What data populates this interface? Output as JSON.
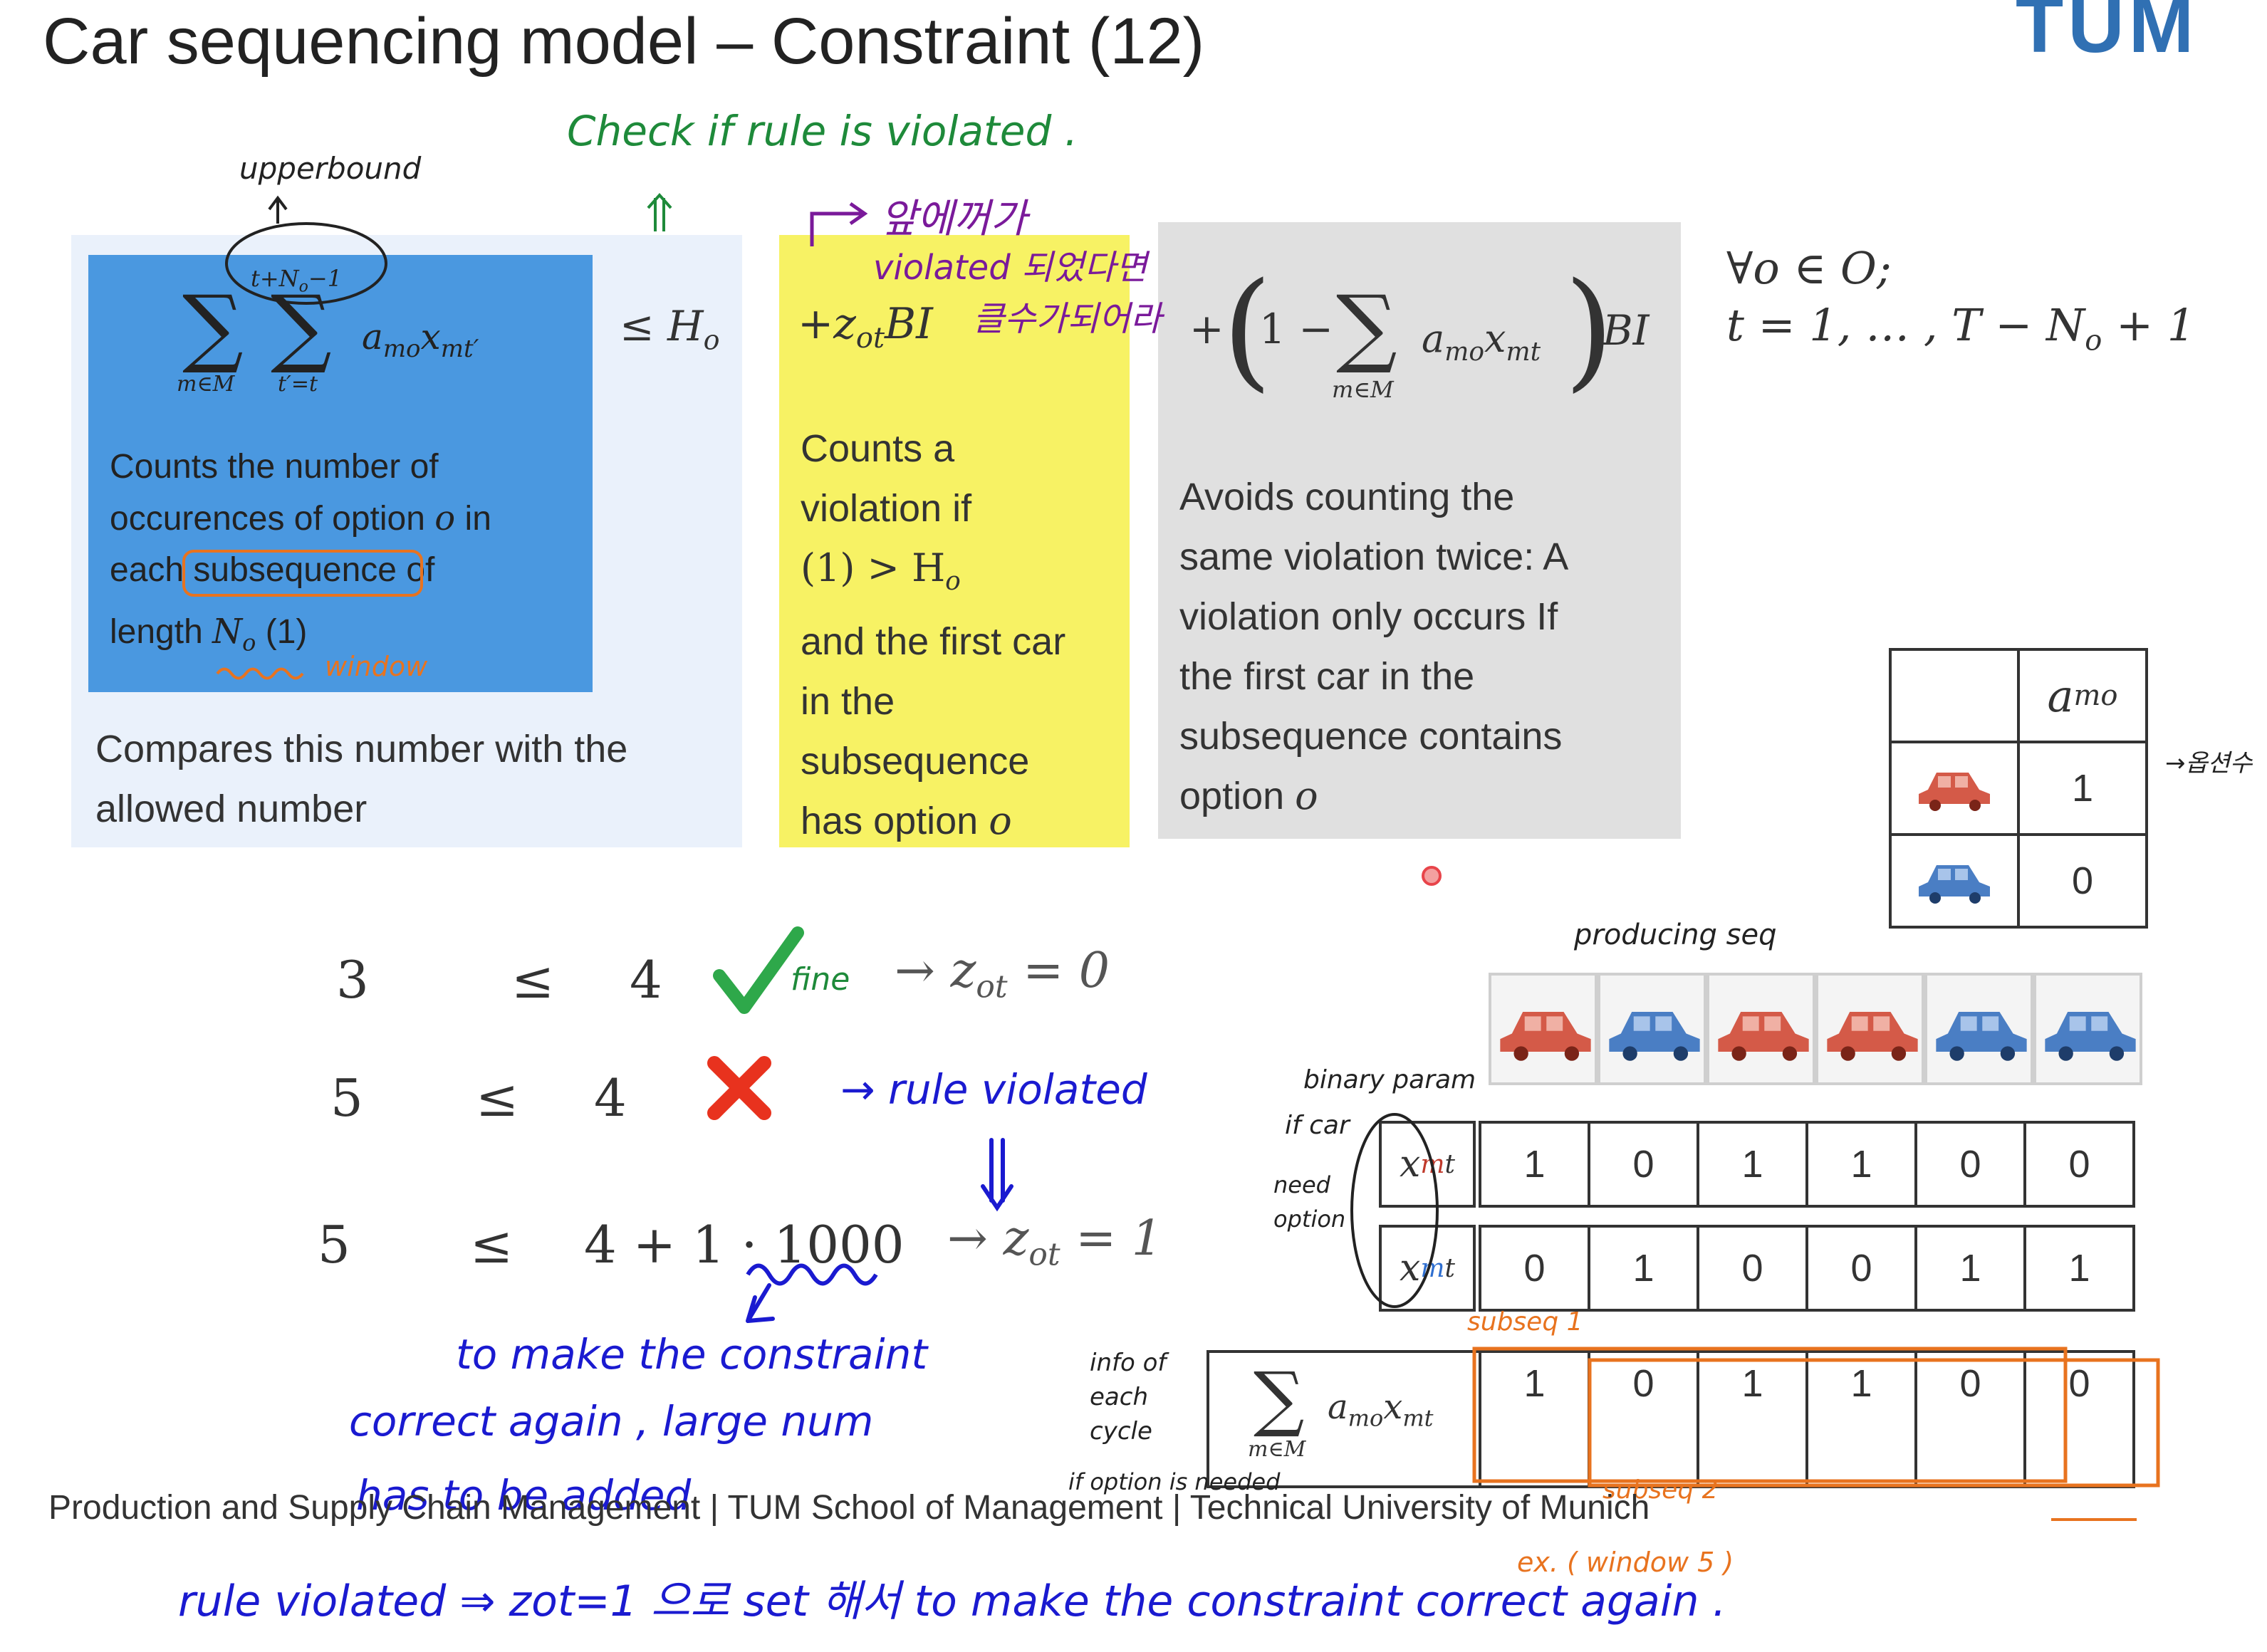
{
  "slide": {
    "title": "Car sequencing model – Constraint (12)",
    "logo": "TUM",
    "footer": "Production and Supply Chain Management | TUM School of Management | Technical University of Munich"
  },
  "panels": {
    "sum_upper": "t+N",
    "sum_upper_sub": "o",
    "sum_upper_tail": "−1",
    "sum_outer_lower": "m∈M",
    "sum_inner_lower": "t′=t",
    "sum_term": "a",
    "sum_term_sub": "mo",
    "sum_term_x": "x",
    "sum_term_x_sub": "mt′",
    "leq_h": "≤ H",
    "leq_h_sub": "o",
    "blue_text_1": "Counts the number of",
    "blue_text_2": "occurences of option",
    "blue_text_2_var": "o",
    "blue_text_2_tail": "in",
    "blue_text_3": "each subsequence of",
    "blue_text_4": "length",
    "blue_text_4_var": "N",
    "blue_text_4_sub": "o",
    "blue_text_4_tail": "(1)",
    "light_text_1": "Compares this number with the",
    "light_text_2": "allowed number",
    "yellow_formula": "+z",
    "yellow_formula_sub": "ot",
    "yellow_formula_tail": "BI",
    "yellow_text": [
      "Counts a",
      "violation if"
    ],
    "yellow_cond": "(1) > H",
    "yellow_cond_sub": "o",
    "yellow_text_2": [
      "and the first car",
      "in the",
      "subsequence"
    ],
    "yellow_text_last": "has option",
    "yellow_text_last_var": "o",
    "gray_plus": "+",
    "gray_one_minus": "1 −",
    "gray_sum_lower": "m∈M",
    "gray_term": "a",
    "gray_term_sub": "mo",
    "gray_term_x": "x",
    "gray_term_x_sub": "mt",
    "gray_bi": "BI",
    "gray_text": [
      "Avoids counting the",
      "same violation twice: A",
      "violation only occurs If",
      "the first car in the",
      "subsequence contains"
    ],
    "gray_text_last": "option",
    "gray_text_last_var": "o",
    "forall_1": "∀o ∈ O;",
    "forall_2": "t = 1, … , T − N",
    "forall_2_sub": "o",
    "forall_2_tail": "+ 1"
  },
  "examples": [
    {
      "lhs": "3",
      "op": "≤",
      "rhs": "4",
      "result": "→ z",
      "result_sub": "ot",
      "result_tail": "= 0"
    },
    {
      "lhs": "5",
      "op": "≤",
      "rhs": "4"
    },
    {
      "lhs": "5",
      "op": "≤",
      "rhs": "4 + 1 · 1000",
      "result": "→ z",
      "result_sub": "ot",
      "result_tail": "= 1"
    }
  ],
  "amo_table": {
    "header": "a",
    "header_sub": "mo",
    "red_value": "1",
    "blue_value": "0"
  },
  "sequence": {
    "cars": [
      "red",
      "blue",
      "red",
      "red",
      "blue",
      "blue"
    ],
    "x_red_label": "x",
    "x_red_m": "m",
    "x_red_t": "t",
    "x_red": [
      "1",
      "0",
      "1",
      "1",
      "0",
      "0"
    ],
    "x_blue_label": "x",
    "x_blue_m": "m",
    "x_blue_t": "t",
    "x_blue": [
      "0",
      "1",
      "0",
      "0",
      "1",
      "1"
    ],
    "sum_label": "a",
    "sum_label_sub": "mo",
    "sum_label_x": "x",
    "sum_label_x_sub": "mt",
    "sum_lower": "m∈M",
    "sum_row": [
      "1",
      "0",
      "1",
      "1",
      "0",
      "0"
    ]
  },
  "annotations": {
    "upper_bound": "upperbound",
    "check_rule": "Check if rule is violated .",
    "window": "window",
    "korean_1": "앞에꺼가",
    "korean_2": "violated 되었다면",
    "korean_3": "클수가되어라",
    "fine": "fine",
    "rule_violated": "→ rule violated",
    "make_correct_1": "to make the constraint",
    "make_correct_2": "correct again , large num",
    "make_correct_3": "has to be added",
    "bottom_note": "rule violated ⇒ zot=1 으로 set 해서 to make the constraint correct again .",
    "producing_seq": "producing seq",
    "binary_param": "binary param",
    "if_car": "if car",
    "need_option": "need option",
    "info_each_cycle_1": "info of",
    "info_each_cycle_2": "each",
    "info_each_cycle_3": "cycle",
    "if_option_needed": "if option is needed",
    "subseq1": "subseq 1",
    "subseq2": "subseq 2",
    "window_ex": "ex. ( window 5 )",
    "amo_note": "→옵션수"
  },
  "colors": {
    "blue_panel": "#4a98e0",
    "yellow_panel": "#f7f264",
    "gray_panel": "#e0e0e0",
    "light_panel": "#eaf1fb",
    "car_red": "#d45a48",
    "car_blue": "#4a7ec4",
    "check_green": "#2ea84a",
    "cross_red": "#e8321e"
  }
}
